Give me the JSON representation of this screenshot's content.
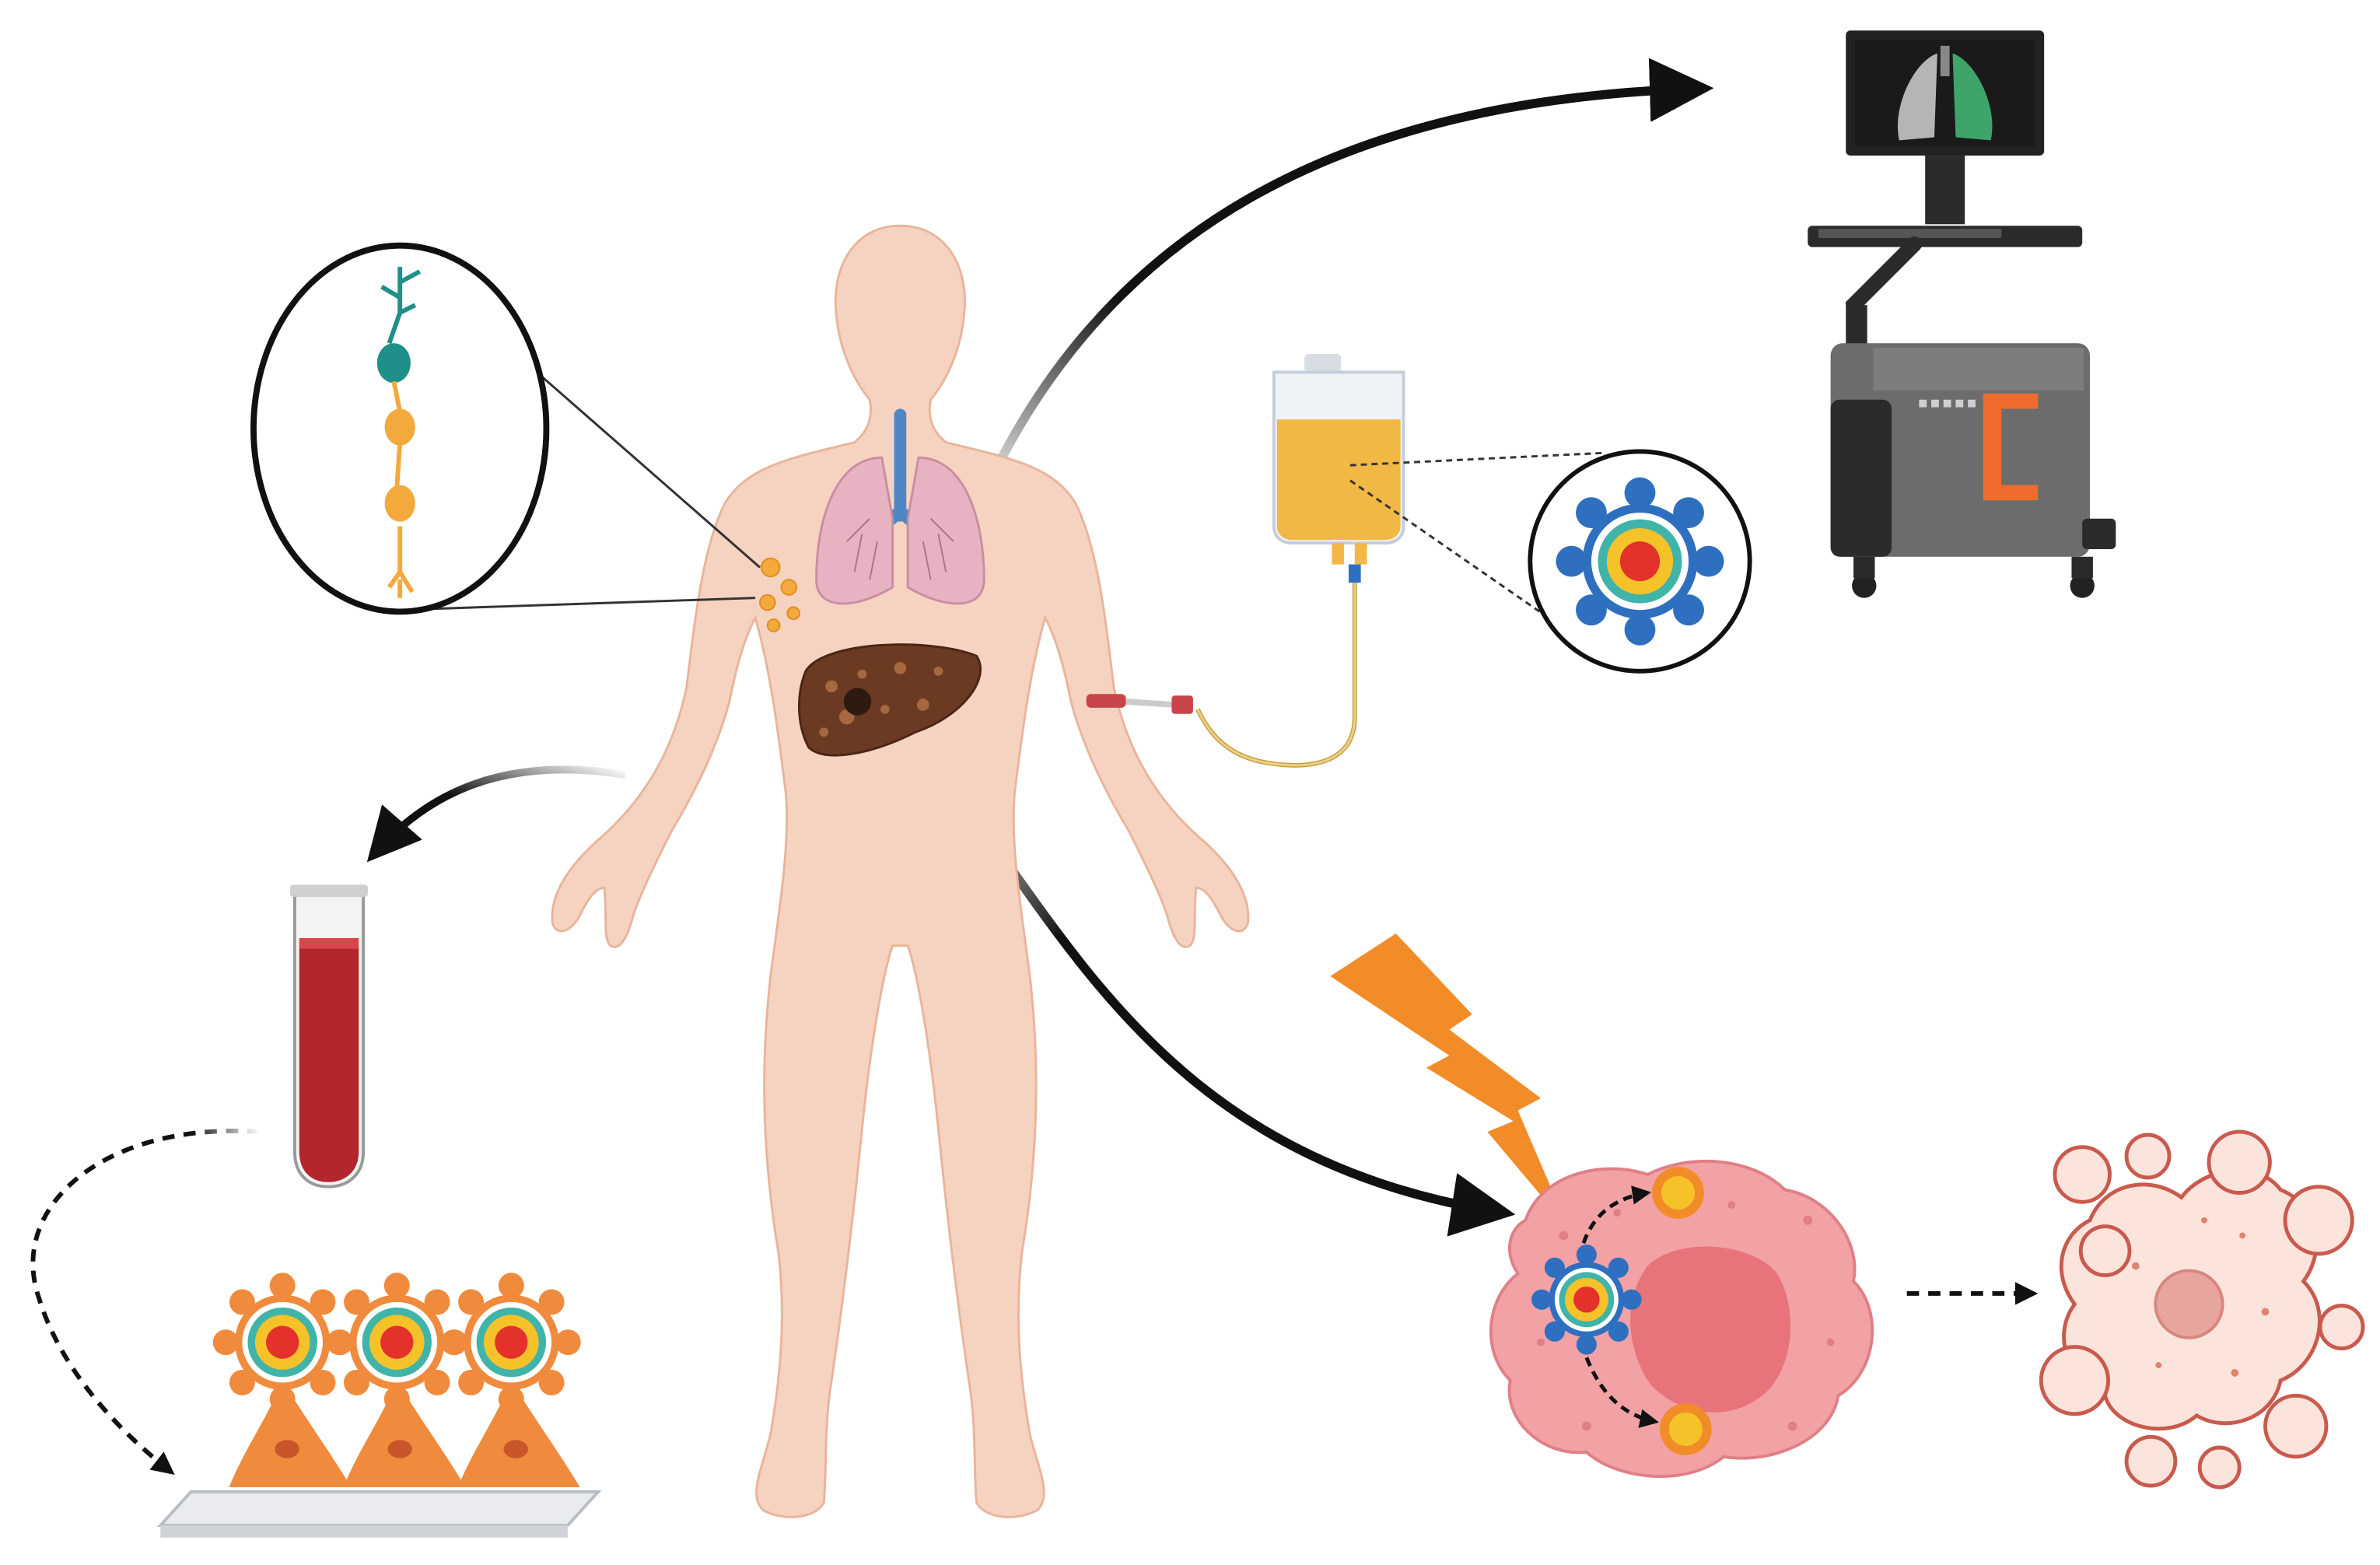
{
  "figure": {
    "panels": [
      {
        "id": "neuron-zoom",
        "depicts": "neuron-cells"
      },
      {
        "id": "human-body",
        "depicts": "human-body-with-lungs-liver-and-tumor"
      },
      {
        "id": "iv-bag",
        "depicts": "iv-infusion-of-nanoparticles"
      },
      {
        "id": "nanoparticle-zoom",
        "depicts": "nanoparticle"
      },
      {
        "id": "imaging-system",
        "depicts": "imaging-workstation-with-lung-scan"
      },
      {
        "id": "blood-tube",
        "depicts": "blood-sample-tube"
      },
      {
        "id": "cell-culture",
        "depicts": "cells-with-nanoparticles-on-slide"
      },
      {
        "id": "light-irradiation",
        "depicts": "lightning-bolt"
      },
      {
        "id": "tumor-cell",
        "depicts": "cancer-cell-with-nanoparticle"
      },
      {
        "id": "dead-cell",
        "depicts": "apoptotic-cell"
      }
    ],
    "colors": {
      "skin": "#f6d3c0",
      "skin_outline": "#e8b59b",
      "lung": "#e7b3c2",
      "trachea": "#4f86c6",
      "liver": "#6b3a22",
      "neuron_teal": "#1f8f8a",
      "neuron_orange": "#f3a93c",
      "iv_fluid": "#f2b845",
      "nanoparticle_blue": "#2f6fbf",
      "nanoparticle_yellow": "#f6c22a",
      "nanoparticle_red": "#e5312b",
      "nanoparticle_teal": "#40b4a8",
      "blood": "#b3262c",
      "culture_cell": "#f08a3c",
      "lightning": "#f28c28",
      "tumor_cell": "#f2a1a5",
      "tumor_nucleus": "#e9737a",
      "dead_cell": "#fbe4dc",
      "dead_cell_outline": "#c95a4e",
      "machine_gray": "#6c6c6c",
      "machine_orange": "#f06b2c",
      "lung_scan_green": "#3fa46a",
      "arrow": "#111111"
    }
  }
}
